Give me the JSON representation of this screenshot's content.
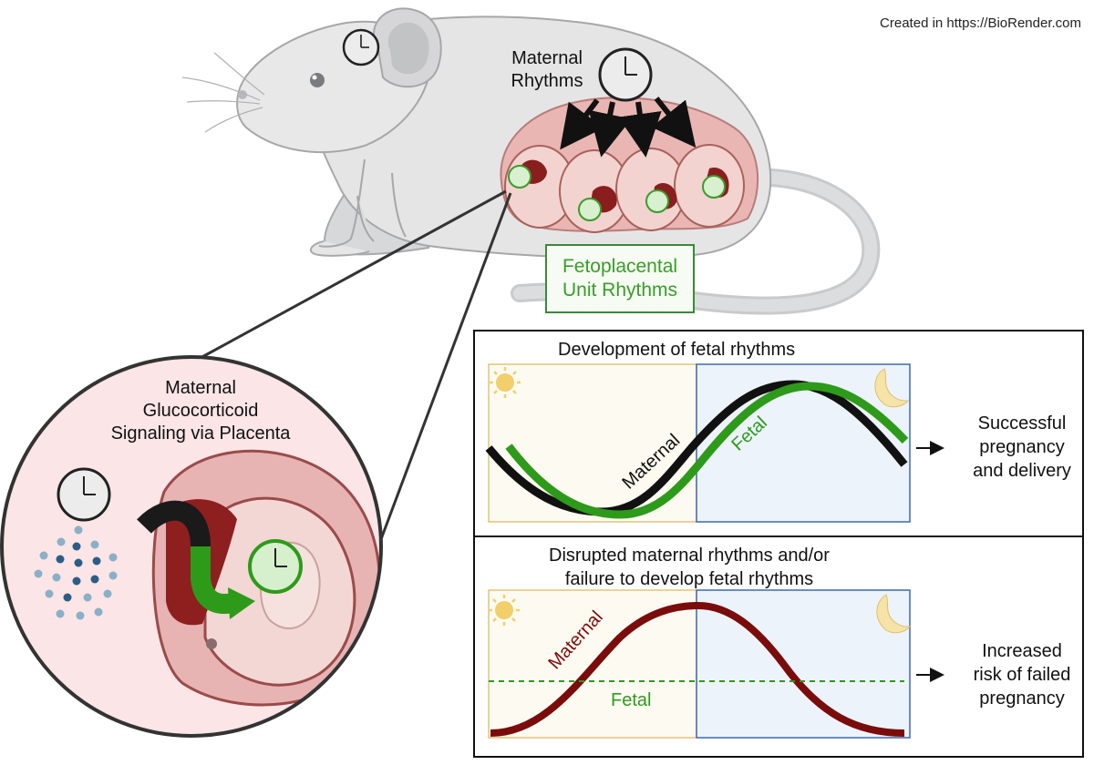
{
  "credit": "Created in  https://BioRender.com",
  "maternal_rhythms": [
    "Maternal",
    "Rhythms"
  ],
  "fetoplacental": [
    "Fetoplacental",
    "Unit Rhythms"
  ],
  "glucocorticoid": [
    "Maternal",
    "Glucocorticoid",
    "Signaling via Placenta"
  ],
  "panel_top": {
    "title": "Development of fetal rhythms",
    "maternal_label": "Maternal",
    "fetal_label": "Fetal",
    "outcome": [
      "Successful",
      "pregnancy",
      "and delivery"
    ]
  },
  "panel_bottom": {
    "title": [
      "Disrupted maternal rhythms and/or",
      "failure to develop fetal rhythms"
    ],
    "maternal_label": "Maternal",
    "fetal_label": "Fetal",
    "outcome": [
      "Increased",
      "risk of failed",
      "pregnancy"
    ]
  },
  "icons": [
    "mouse-illustration",
    "clock-icon",
    "sun-icon",
    "moon-icon",
    "embryo-illustration",
    "arrow-icon"
  ],
  "colors": {
    "maternal_top": "#111111",
    "fetal_green": "#2e9a1a",
    "maternal_disrupted": "#7a0c0c",
    "day_bg": "#fdfbf1",
    "night_bg": "#edf3fb"
  }
}
